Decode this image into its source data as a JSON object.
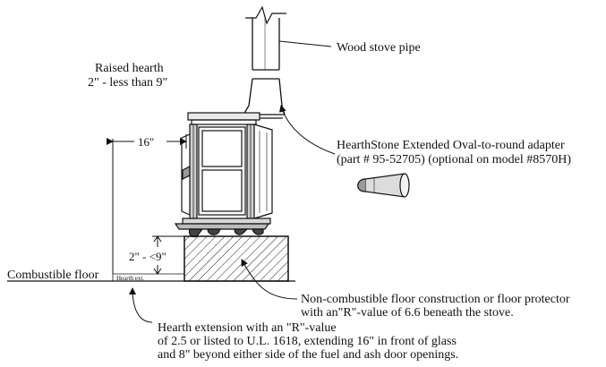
{
  "labels": {
    "wood_stove_pipe": "Wood stove pipe",
    "raised_hearth_line1": "Raised hearth",
    "raised_hearth_line2": "2\" - less than 9\"",
    "clearance_16": "16\"",
    "adapter_line1": "HearthStone Extended Oval-to-round adapter",
    "adapter_line2": "(part # 95-52705) (optional on model #8570H)",
    "height_dim": "2\" - <9\"",
    "combustible_floor": "Combustible floor",
    "hearth_ext": "Hearth ext.",
    "floor_note_line1": "Non-combustible floor construction or floor protector",
    "floor_note_line2": "with an\"R\"-value of 6.6 beneath the stove.",
    "extension_note_line1": "Hearth extension with an \"R\"-value",
    "extension_note_line2": "of 2.5 or listed to U.L. 1618, extending 16\" in front of glass",
    "extension_note_line3": "and 8\" beyond either side of the fuel and ash door openings."
  },
  "colors": {
    "line": "#111111",
    "background": "#ffffff"
  }
}
